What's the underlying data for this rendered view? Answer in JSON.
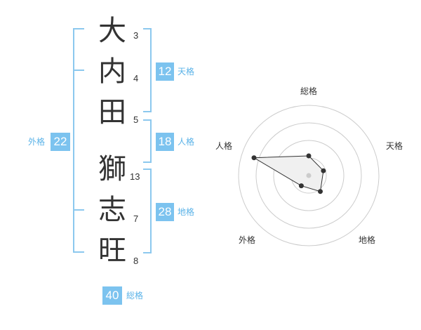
{
  "name": {
    "characters": [
      {
        "char": "大",
        "strokes": "3"
      },
      {
        "char": "内",
        "strokes": "4"
      },
      {
        "char": "田",
        "strokes": "5"
      },
      {
        "char": "獅",
        "strokes": "13"
      },
      {
        "char": "志",
        "strokes": "7"
      },
      {
        "char": "旺",
        "strokes": "8"
      }
    ]
  },
  "fortunes": {
    "tenkaku": {
      "value": "12",
      "label": "天格"
    },
    "jinkaku": {
      "value": "18",
      "label": "人格"
    },
    "chikaku": {
      "value": "28",
      "label": "地格"
    },
    "gaikaku": {
      "value": "22",
      "label": "外格"
    },
    "soukaku": {
      "value": "40",
      "label": "総格"
    }
  },
  "chart_data": {
    "type": "radar",
    "axes": [
      "総格",
      "天格",
      "地格",
      "外格",
      "人格"
    ],
    "values": [
      0.28,
      0.22,
      0.28,
      0.18,
      0.82
    ],
    "range": [
      0,
      1
    ],
    "rings": 4,
    "colors": {
      "fill": "#f0f0f0",
      "line": "#333333",
      "point": "#333333",
      "ring": "#cccccc",
      "center": "#cccccc"
    }
  },
  "colors": {
    "accent": "#7cc3ef",
    "bracket": "#8cc8ee",
    "label": "#5bb3e8",
    "text": "#333333"
  }
}
